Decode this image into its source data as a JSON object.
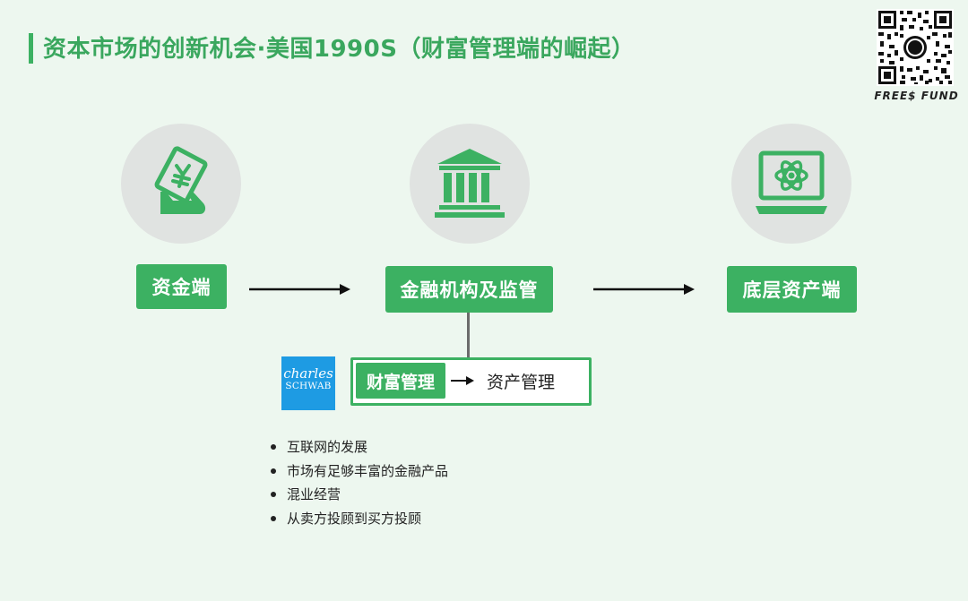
{
  "title": "资本市场的创新机会·美国1990S（财富管理端的崛起）",
  "brand": {
    "text": "FREE$ FUND",
    "qr_icon": "qr-code-icon"
  },
  "nodes": [
    {
      "label": "资金端",
      "icon": "money-card-hand-icon"
    },
    {
      "label": "金融机构及监管",
      "icon": "bank-building-icon"
    },
    {
      "label": "底层资产端",
      "icon": "laptop-atom-icon"
    }
  ],
  "wealth": {
    "tag": "财富管理",
    "target": "资产管理",
    "logo": {
      "line1": "charles",
      "line2": "SCHWAB"
    }
  },
  "bullets": [
    "互联网的发展",
    "市场有足够丰富的金融产品",
    "混业经营",
    "从卖方投顾到买方投顾"
  ],
  "colors": {
    "accent": "#3cb162",
    "background": "#edf7ef",
    "icon_circle": "#e0e3e1",
    "schwab_blue": "#1e9be3"
  }
}
